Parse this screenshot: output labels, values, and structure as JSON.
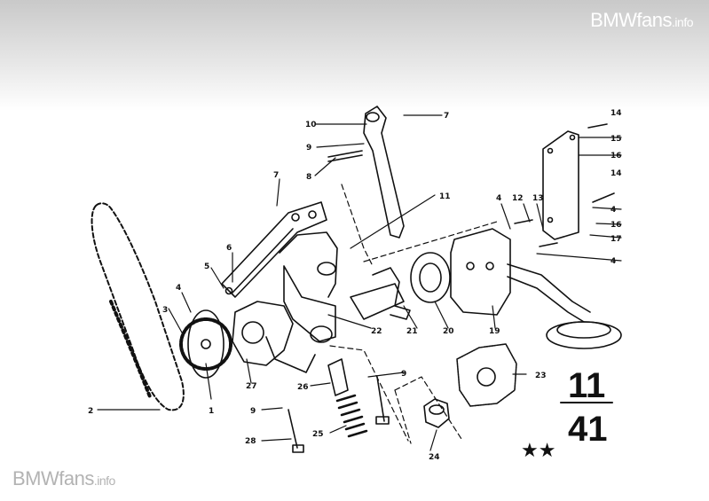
{
  "watermark": {
    "top_main": "BMWfans",
    "top_suffix": ".info",
    "bottom_main": "BMWfans",
    "bottom_suffix": ".info"
  },
  "diagram": {
    "group_number_top": "11",
    "group_number_bottom": "41",
    "marking": "★★",
    "callouts": [
      "1",
      "2",
      "3",
      "4",
      "4",
      "4",
      "4",
      "5",
      "6",
      "7",
      "7",
      "8",
      "9",
      "9",
      "9",
      "10",
      "11",
      "12",
      "13",
      "14",
      "14",
      "15",
      "16",
      "16",
      "17",
      "19",
      "20",
      "21",
      "22",
      "23",
      "24",
      "25",
      "26",
      "27",
      "28"
    ]
  }
}
